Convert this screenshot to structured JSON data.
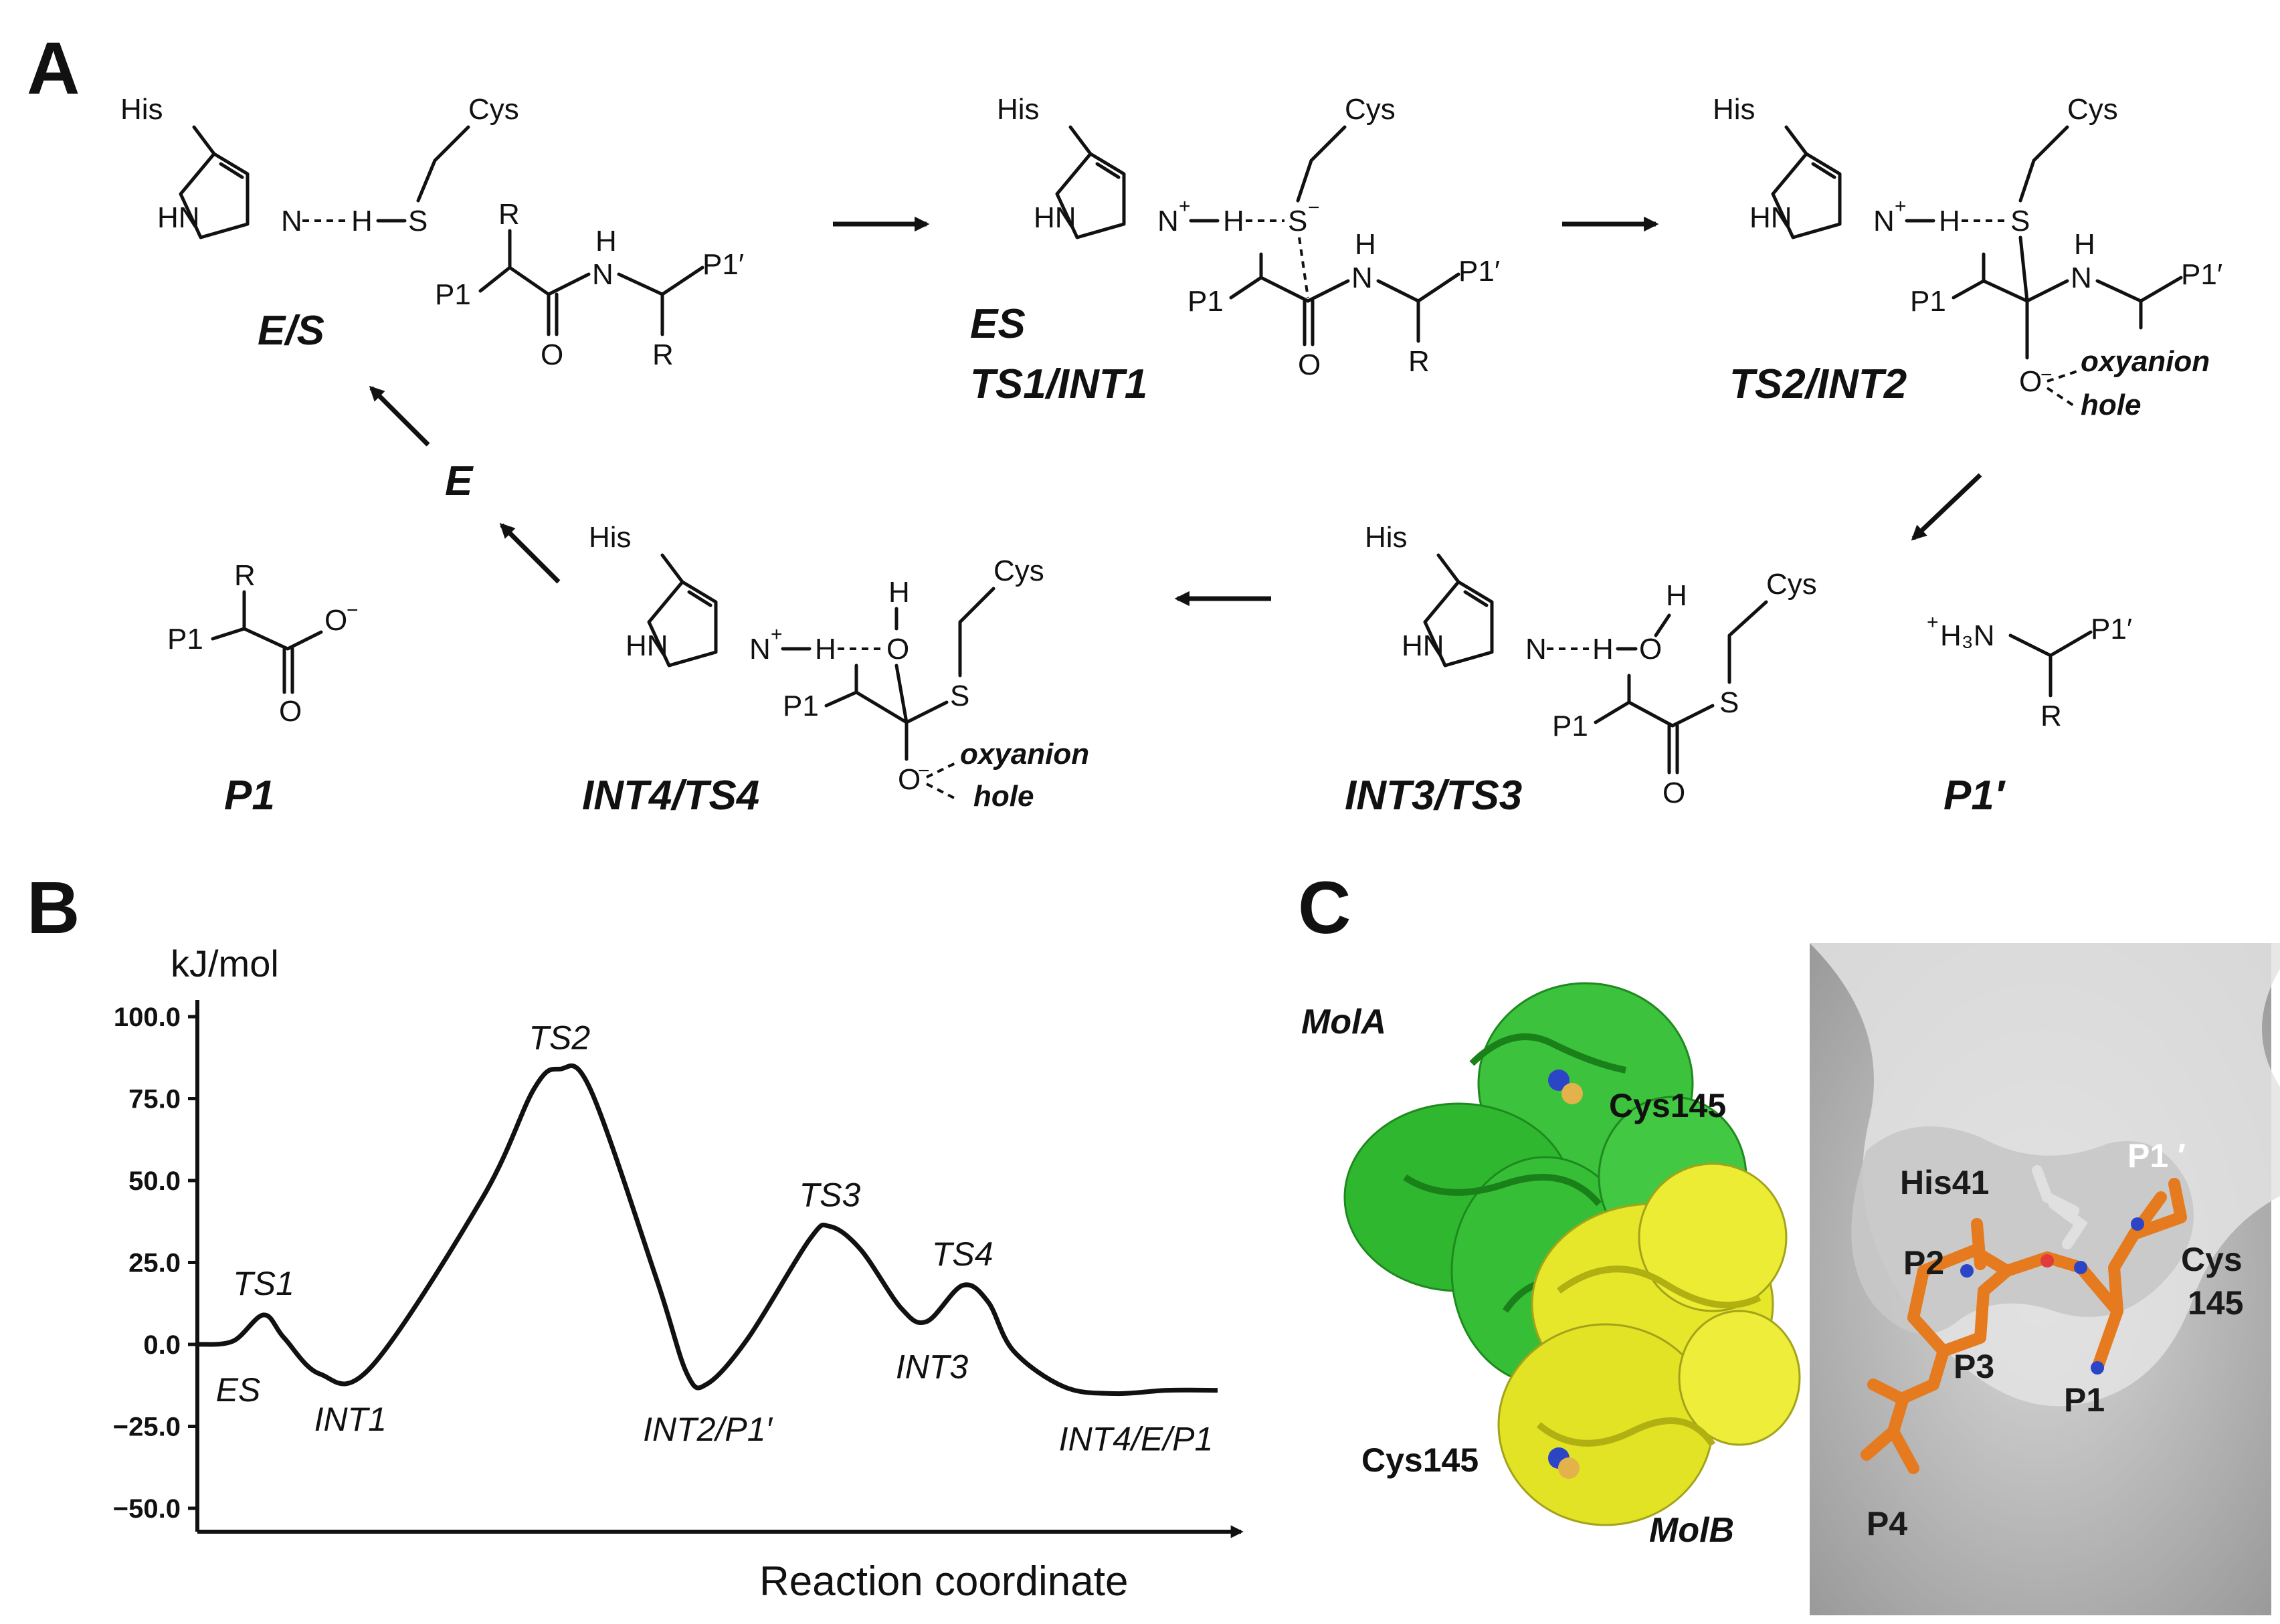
{
  "panels": {
    "a": "A",
    "b": "B",
    "c": "C"
  },
  "scheme": {
    "atoms": {
      "his": "His",
      "cys": "Cys",
      "hn": "HN",
      "n": "N",
      "h": "H",
      "s": "S",
      "r": "R",
      "p1": "P1",
      "p1p": "P1′",
      "o": "O",
      "nh_h": "H",
      "nh_n": "N",
      "plus": "+",
      "minus": "−",
      "h3n": "H₃N"
    },
    "oxyanion": "oxyanion",
    "hole": "hole",
    "labels": {
      "es_free": "E/S",
      "es": "ES",
      "ts1": "TS1/INT1",
      "ts2": "TS2/INT2",
      "int3": "INT3/TS3",
      "int4": "INT4/TS4",
      "e": "E",
      "p1": "P1",
      "p1p": "P1′"
    }
  },
  "chart_data": {
    "type": "line",
    "title": "",
    "ylabel": "kJ/mol",
    "xlabel": "Reaction coordinate",
    "ylim": [
      -50,
      100
    ],
    "yticks": [
      "100.0",
      "75.0",
      "50.0",
      "25.0",
      "0.0",
      "−25.0",
      "−50.0"
    ],
    "ytick_values": [
      100,
      75,
      50,
      25,
      0,
      -25,
      -50
    ],
    "series": [
      {
        "points": [
          {
            "x": 0.0,
            "y": 0
          },
          {
            "x": 0.035,
            "y": 1
          },
          {
            "x": 0.065,
            "y": 9
          },
          {
            "x": 0.085,
            "y": 2
          },
          {
            "x": 0.12,
            "y": -9
          },
          {
            "x": 0.17,
            "y": -7
          },
          {
            "x": 0.28,
            "y": 45
          },
          {
            "x": 0.33,
            "y": 78
          },
          {
            "x": 0.355,
            "y": 84
          },
          {
            "x": 0.385,
            "y": 78
          },
          {
            "x": 0.45,
            "y": 20
          },
          {
            "x": 0.48,
            "y": -9
          },
          {
            "x": 0.5,
            "y": -12
          },
          {
            "x": 0.54,
            "y": 2
          },
          {
            "x": 0.6,
            "y": 32
          },
          {
            "x": 0.62,
            "y": 36
          },
          {
            "x": 0.65,
            "y": 29
          },
          {
            "x": 0.69,
            "y": 11
          },
          {
            "x": 0.715,
            "y": 7
          },
          {
            "x": 0.75,
            "y": 18
          },
          {
            "x": 0.775,
            "y": 13
          },
          {
            "x": 0.8,
            "y": -2
          },
          {
            "x": 0.85,
            "y": -13
          },
          {
            "x": 0.9,
            "y": -15
          },
          {
            "x": 0.95,
            "y": -14
          },
          {
            "x": 1.0,
            "y": -14
          }
        ]
      }
    ],
    "annotations": [
      {
        "text": "TS1",
        "x": 0.065,
        "y": 9,
        "pos": "above"
      },
      {
        "text": "ES",
        "x": 0.04,
        "y": 0,
        "pos": "below"
      },
      {
        "text": "INT1",
        "x": 0.15,
        "y": -9,
        "pos": "below"
      },
      {
        "text": "TS2",
        "x": 0.355,
        "y": 84,
        "pos": "above"
      },
      {
        "text": "INT2/P1′",
        "x": 0.5,
        "y": -12,
        "pos": "below"
      },
      {
        "text": "TS3",
        "x": 0.62,
        "y": 36,
        "pos": "above"
      },
      {
        "text": "INT3",
        "x": 0.72,
        "y": 7,
        "pos": "below"
      },
      {
        "text": "TS4",
        "x": 0.75,
        "y": 18,
        "pos": "above"
      },
      {
        "text": "INT4/E/P1",
        "x": 0.92,
        "y": -15,
        "pos": "below"
      }
    ]
  },
  "structure": {
    "mol_a": "MolA",
    "mol_b": "MolB",
    "cys145_top": "Cys145",
    "cys145_bottom": "Cys145",
    "colors": {
      "mol_a": "#2fb82f",
      "mol_b": "#e6e62a",
      "ligand": "#e57a1e",
      "surface": "#8c8c8c"
    }
  },
  "pocket": {
    "labels": {
      "p1prime": "P1 ′",
      "his41": "His41",
      "p2": "P2",
      "cys": "Cys",
      "n145": "145",
      "p3": "P3",
      "p1": "P1",
      "p4": "P4"
    }
  }
}
